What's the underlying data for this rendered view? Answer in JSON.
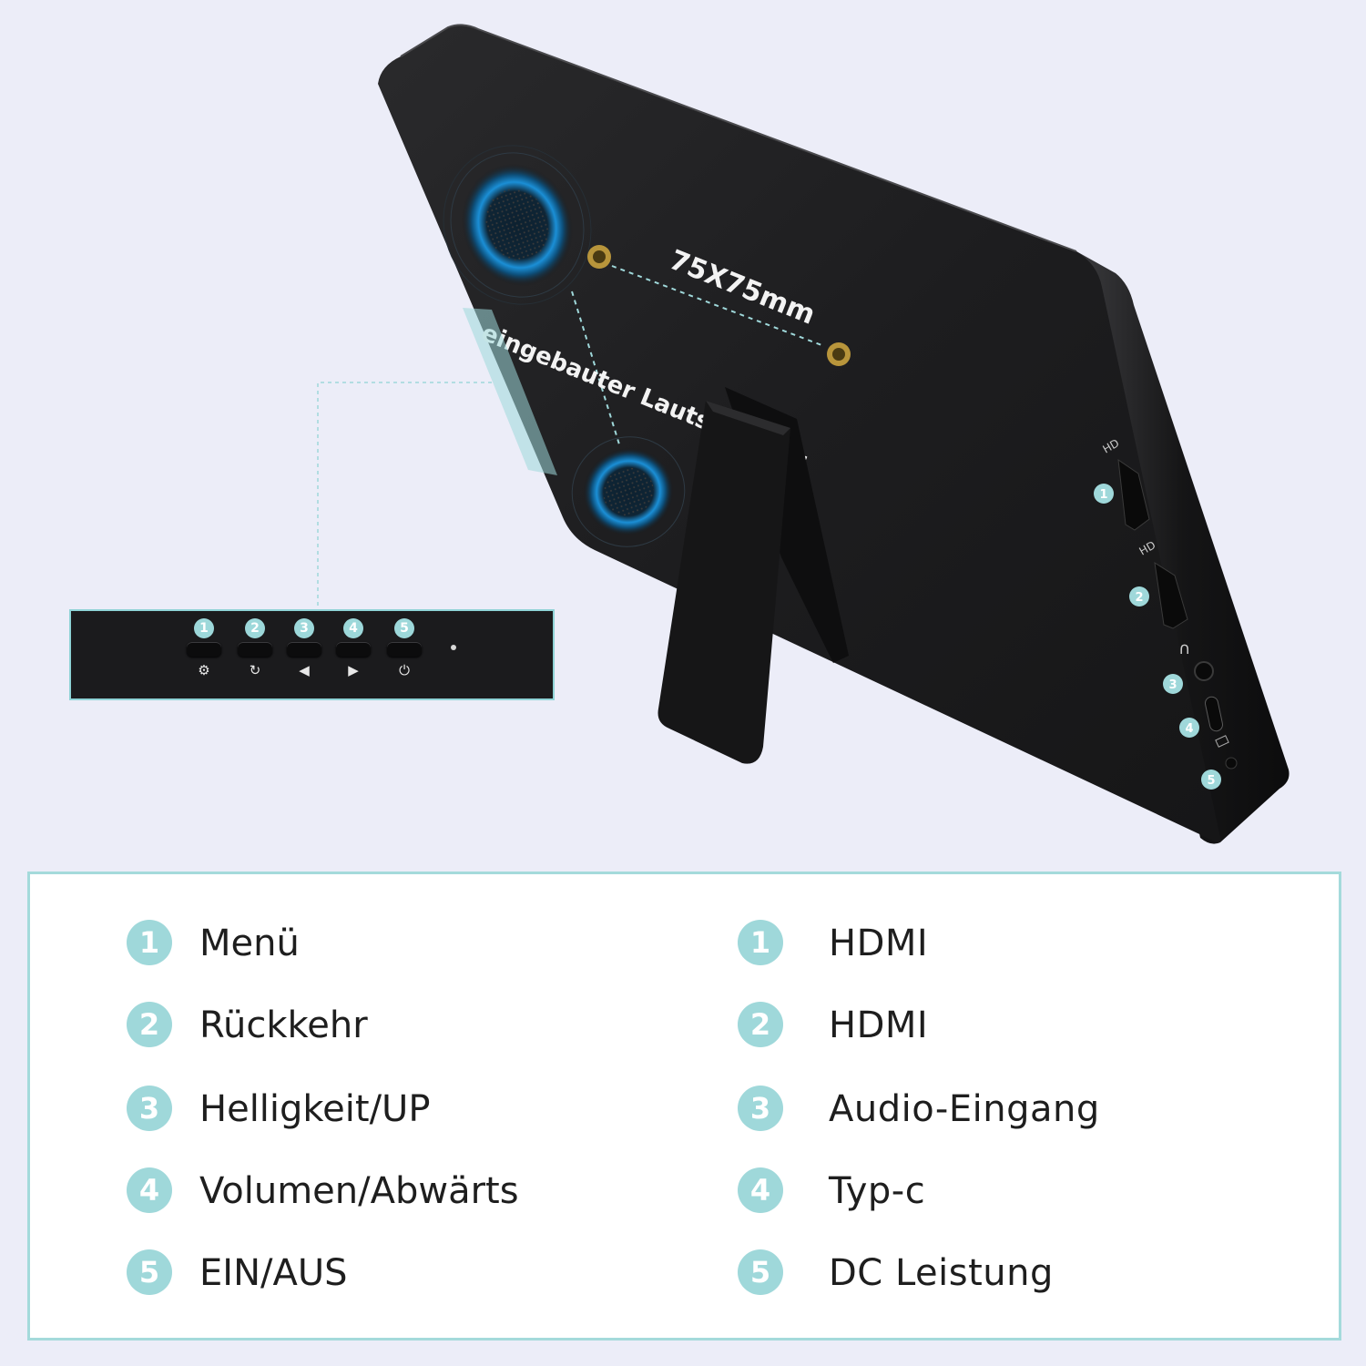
{
  "product": {
    "vesa_label": "75X75mm",
    "speaker_label": "eingebauter Lautsprecher",
    "port_icon_hd_1": "HD",
    "port_icon_hd_2": "HD"
  },
  "button_strip": {
    "buttons": [
      {
        "number": "1",
        "icon": "gear-icon",
        "symbol": "⚙"
      },
      {
        "number": "2",
        "icon": "refresh-icon",
        "symbol": "↻"
      },
      {
        "number": "3",
        "icon": "left-triangle-icon",
        "symbol": "◀"
      },
      {
        "number": "4",
        "icon": "right-triangle-icon",
        "symbol": "▶"
      },
      {
        "number": "5",
        "icon": "power-icon",
        "symbol": "⏻"
      }
    ]
  },
  "ports": [
    {
      "number": "1"
    },
    {
      "number": "2"
    },
    {
      "number": "3"
    },
    {
      "number": "4"
    },
    {
      "number": "5"
    }
  ],
  "legend": {
    "buttons": [
      {
        "number": "1",
        "label": "Menü"
      },
      {
        "number": "2",
        "label": "Rückkehr"
      },
      {
        "number": "3",
        "label": "Helligkeit/UP"
      },
      {
        "number": "4",
        "label": "Volumen/Abwärts"
      },
      {
        "number": "5",
        "label": "EIN/AUS"
      }
    ],
    "ports": [
      {
        "number": "1",
        "label": "HDMI"
      },
      {
        "number": "2",
        "label": "HDMI"
      },
      {
        "number": "3",
        "label": "Audio-Eingang"
      },
      {
        "number": "4",
        "label": "Typ-c"
      },
      {
        "number": "5",
        "label": "DC Leistung"
      }
    ]
  },
  "colors": {
    "background": "#ecedf8",
    "accent": "#9fd8da",
    "device": "#1c1c1e",
    "speaker_glow": "#1e90d0"
  }
}
